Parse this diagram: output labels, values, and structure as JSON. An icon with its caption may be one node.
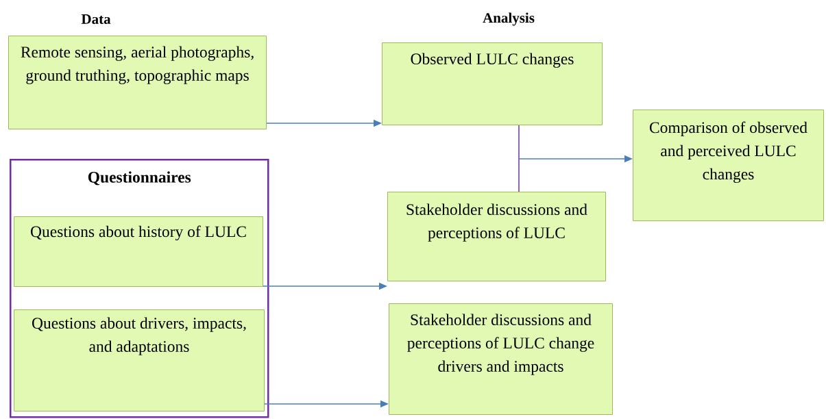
{
  "diagram": {
    "nodes": [
      {
        "text": [
          "Remote sensing, aerial photographs, ground truthing, topographic maps"
        ]
      },
      {
        "text": [
          "Observed LULC changes"
        ]
      },
      {
        "text": [
          "Comparison of observed and perceived LULC changes"
        ]
      },
      {
        "text": [
          "Questionnaires"
        ]
      },
      {
        "text": [
          "Questions about history of LULC"
        ],
        "in": 3
      },
      {
        "text": [
          "Questions about drivers, impacts, and adaptations"
        ],
        "in": 3
      },
      {
        "text": [
          "Stakeholder discussions and perceptions of LULC"
        ]
      },
      {
        "text": [
          "Stakeholder discussions and perceptions of LULC change drivers and impacts"
        ]
      }
    ],
    "edges": [
      {
        "from": 0,
        "to": 1,
        "arrow": "to"
      },
      {
        "from": 1,
        "to": 2,
        "arrow": "to"
      },
      {
        "from": 6,
        "to": 2,
        "arrow": "to"
      },
      {
        "from": 4,
        "to": 6,
        "arrow": "to"
      },
      {
        "from": 5,
        "to": 7,
        "arrow": "to"
      }
    ],
    "labels": [
      "Data",
      "Analysis"
    ]
  }
}
